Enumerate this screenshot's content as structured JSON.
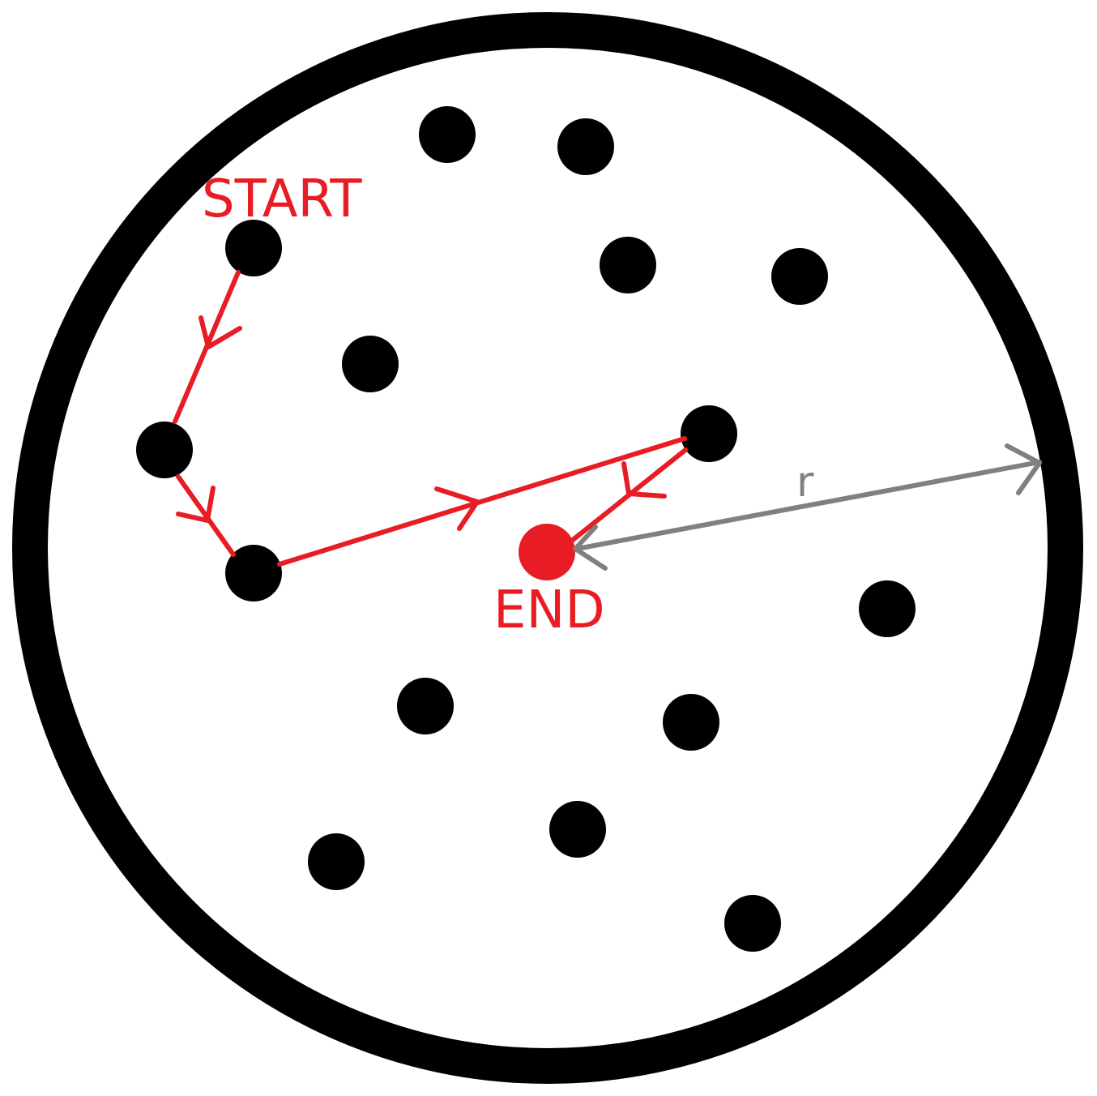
{
  "labels": {
    "start": "START",
    "end": "END",
    "radius": "r"
  },
  "colors": {
    "boundary": "#000000",
    "point": "#000000",
    "path": "#e81c24",
    "end_point": "#e81c24",
    "radius_arrow": "#808080",
    "background": "#ffffff"
  },
  "icons": {
    "path_direction": "chevron-arrow-icon",
    "radius_arrow": "double-headed-arrow-icon"
  }
}
